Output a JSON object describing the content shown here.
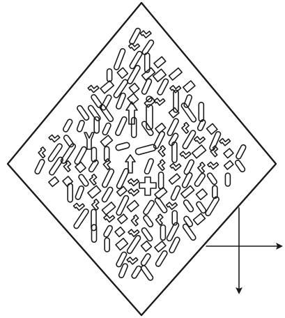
{
  "figure": {
    "kind": "diamond maze with compass",
    "ink_color": "#1a1a1a",
    "paper_color": "#ffffff"
  },
  "compass": {
    "arrows": [
      "right",
      "down"
    ]
  }
}
